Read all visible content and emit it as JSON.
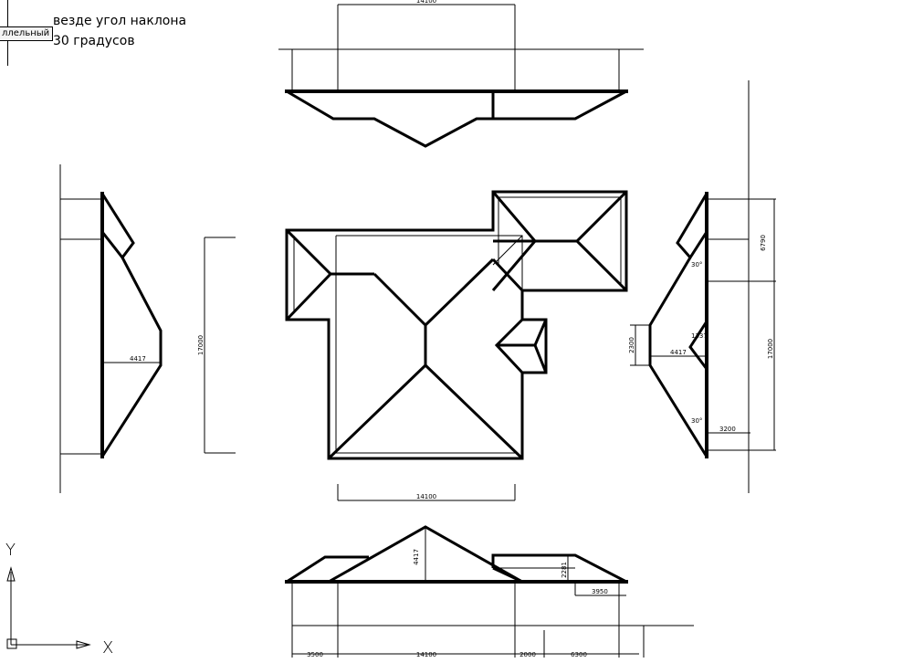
{
  "note": {
    "line1": "везде угол наклона",
    "line2": "30 градусов"
  },
  "tooltip": {
    "label": "ллельный"
  },
  "ucs": {
    "x_label": "X",
    "y_label": "Y"
  },
  "dimensions": {
    "top_width": "14100",
    "plan_bottom_width": "14100",
    "left_height": "17000",
    "left_ridge": "4417",
    "right_upper": "6790",
    "right_lower": "17000",
    "right_small": "2300",
    "right_ridge": "4417",
    "right_pitch": "1337",
    "right_bottom": "3200",
    "right_angle1": "30°",
    "right_angle2": "30°",
    "bottom_ridge": "4417",
    "bottom_small_height": "2281",
    "bottom_offset": "3950",
    "bottom_seg1": "3500",
    "bottom_seg2": "14100",
    "bottom_seg3": "2000",
    "bottom_seg4": "6300"
  }
}
